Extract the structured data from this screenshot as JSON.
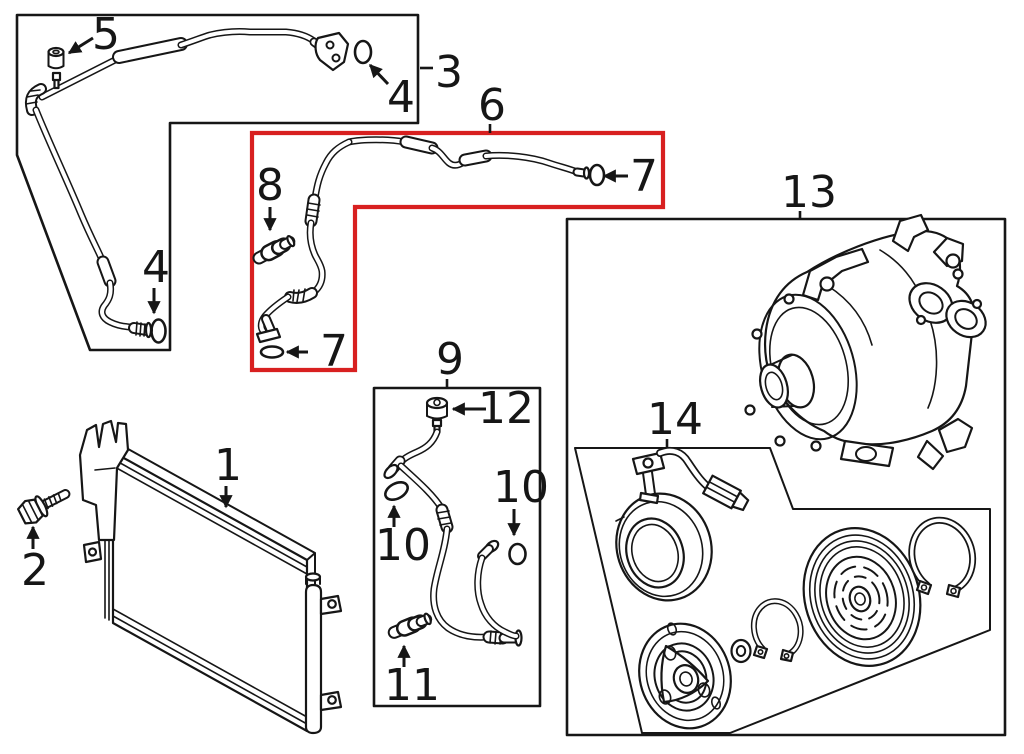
{
  "diagram": {
    "type": "auto-ac-parts-exploded-diagram",
    "labels": {
      "p1": "1",
      "p2": "2",
      "p3": "3",
      "p4a": "4",
      "p4b": "4",
      "p5": "5",
      "p6": "6",
      "p7a": "7",
      "p7b": "7",
      "p8": "8",
      "p9": "9",
      "p10a": "10",
      "p10b": "10",
      "p11": "11",
      "p12": "12",
      "p13": "13",
      "p14": "14"
    }
  },
  "colors": {
    "line": "#161616",
    "highlight_red": "#d82020",
    "background": "#ffffff"
  }
}
